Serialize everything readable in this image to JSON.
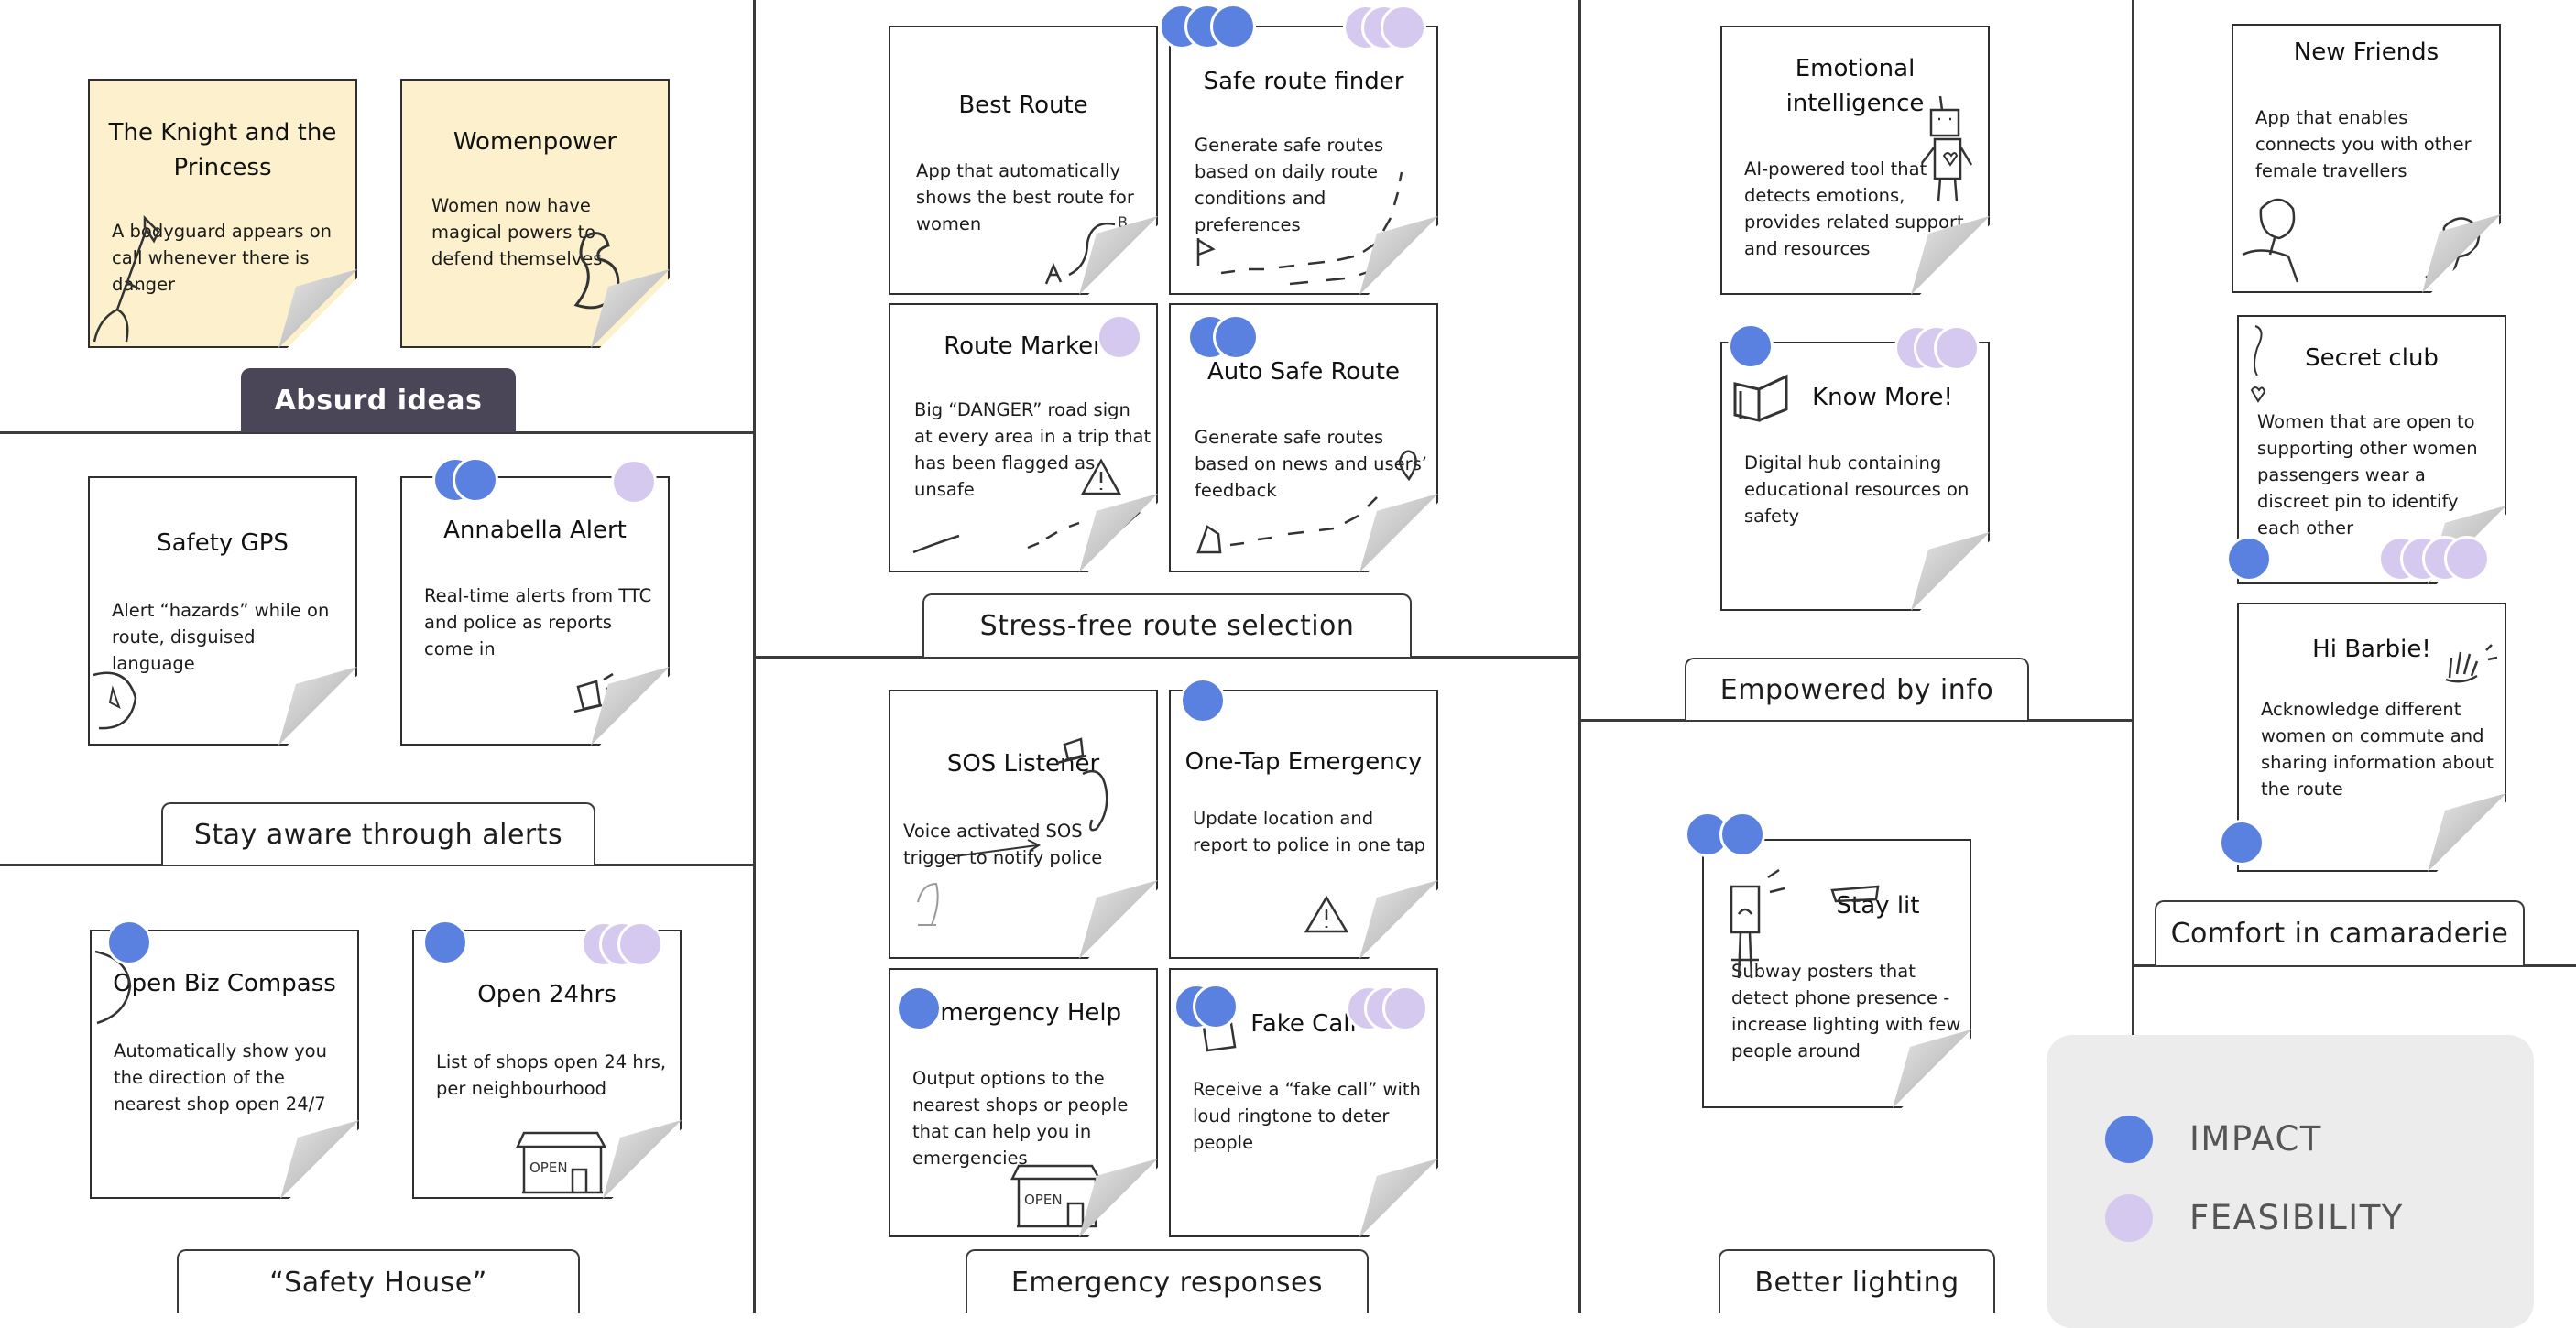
{
  "groups": [
    {
      "label": "Absurd ideas"
    },
    {
      "label": "Stay aware through alerts"
    },
    {
      "label": "“Safety House”"
    },
    {
      "label": "Stress-free route selection"
    },
    {
      "label": "Emergency responses"
    },
    {
      "label": "Empowered by info"
    },
    {
      "label": "Better lighting"
    },
    {
      "label": "Comfort in camaraderie"
    }
  ],
  "notes": [
    {
      "title": "The Knight and the Princess",
      "desc": "A bodyguard appears on call whenever there is danger",
      "impact": 0,
      "feasibility": 0,
      "icon": "knight-sword-icon"
    },
    {
      "title": "Womenpower",
      "desc": "Women now have magical powers to defend themselves",
      "impact": 0,
      "feasibility": 0,
      "icon": "flexed-arm-icon"
    },
    {
      "title": "Safety GPS",
      "desc": "Alert “hazards” while on route, disguised language",
      "impact": 0,
      "feasibility": 0,
      "icon": "compass-icon"
    },
    {
      "title": "Annabella Alert",
      "desc": "Real-time alerts from TTC and police as reports come in",
      "impact": 2,
      "feasibility": 1,
      "icon": "alarm-bell-icon"
    },
    {
      "title": "Open Biz Compass",
      "desc": "Automatically show you the direction of the nearest shop open 24/7",
      "impact": 1,
      "feasibility": 0,
      "icon": "compass-icon"
    },
    {
      "title": "Open 24hrs",
      "desc": "List of shops open 24 hrs, per neighbourhood",
      "impact": 1,
      "feasibility": 3,
      "icon": "shop-icon"
    },
    {
      "title": "Best Route",
      "desc": "App that automatically shows the best route for women",
      "impact": 0,
      "feasibility": 0,
      "icon": "route-icon"
    },
    {
      "title": "Safe route finder",
      "desc": "Generate safe routes based on daily route conditions and preferences",
      "impact": 3,
      "feasibility": 3,
      "icon": "route-icon"
    },
    {
      "title": "Route Marker",
      "desc": "Big “DANGER” road sign at every area in a trip that has been flagged as unsafe",
      "impact": 0,
      "feasibility": 1,
      "icon": "warning-icon"
    },
    {
      "title": "Auto Safe Route",
      "desc": "Generate safe routes based on news and users’ feedback",
      "impact": 2,
      "feasibility": 0,
      "icon": "map-pin-icon"
    },
    {
      "title": "SOS Listener",
      "desc": "Voice activated SOS trigger to notify police",
      "impact": 0,
      "feasibility": 0,
      "icon": "ear-icon"
    },
    {
      "title": "One-Tap Emergency",
      "desc": "Update location and report to police in one tap",
      "impact": 1,
      "feasibility": 0,
      "icon": "warning-icon"
    },
    {
      "title": "Emergency Help",
      "desc": "Output options to the nearest shops or people that can help you in emergencies",
      "impact": 1,
      "feasibility": 0,
      "icon": "shop-icon"
    },
    {
      "title": "Fake Call",
      "desc": "Receive a “fake call” with loud ringtone  to deter people",
      "impact": 2,
      "feasibility": 3,
      "icon": "phone-icon"
    },
    {
      "title": "Emotional intelligence",
      "desc": "AI-powered tool that detects emotions, provides related support and resources",
      "impact": 0,
      "feasibility": 0,
      "icon": "robot-icon"
    },
    {
      "title": "Know More!",
      "desc": "Digital hub containing educational resources on safety",
      "impact": 1,
      "feasibility": 3,
      "icon": "book-icon"
    },
    {
      "title": "Stay lit",
      "desc": "Subway posters that detect phone presence - increase lighting with few people around",
      "impact": 2,
      "feasibility": 0,
      "icon": "lamp-icon"
    },
    {
      "title": "New Friends",
      "desc": "App that enables connects you  with other female travellers",
      "impact": 0,
      "feasibility": 0,
      "icon": "friends-icon"
    },
    {
      "title": "Secret club",
      "desc": "Women that are open to supporting other women passengers wear a discreet pin to identify each other",
      "impact": 1,
      "feasibility": 4,
      "icon": "pin-icon"
    },
    {
      "title": "Hi Barbie!",
      "desc": "Acknowledge different women on commute and sharing information about the route",
      "impact": 1,
      "feasibility": 0,
      "icon": "waving-hand-icon"
    }
  ],
  "legend": {
    "impact": "IMPACT",
    "feasibility": "FEASIBILITY"
  },
  "colors": {
    "impact": "#5a80e0",
    "feasibility": "#d6c9ef",
    "sticky_yellow": "#fcf1cc",
    "absurd_label": "#4a4557"
  }
}
